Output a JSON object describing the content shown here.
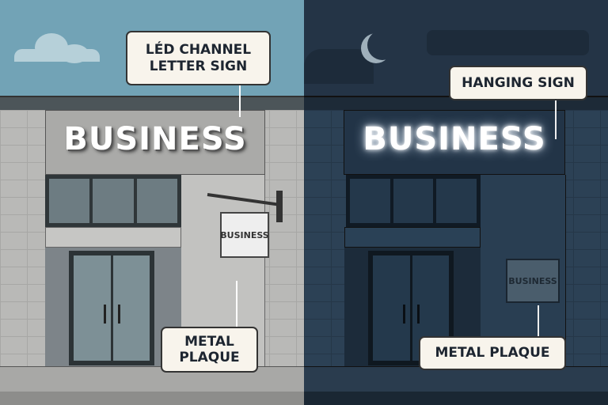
{
  "left_panel": {
    "storefront_sign_text": "BUSINESS",
    "hanging_sign_text": "BUSINESS",
    "callouts": {
      "led_channel": "LÉD CHANNEL LETTER SIGN",
      "metal_plaque": "METAL PLAQUE"
    }
  },
  "right_panel": {
    "storefront_sign_text": "BUSINESS",
    "plaque_text": "BUSINESS",
    "callouts": {
      "hanging_sign": "HANGING SIGN",
      "metal_plaque": "METAL PLAQUE"
    }
  }
}
